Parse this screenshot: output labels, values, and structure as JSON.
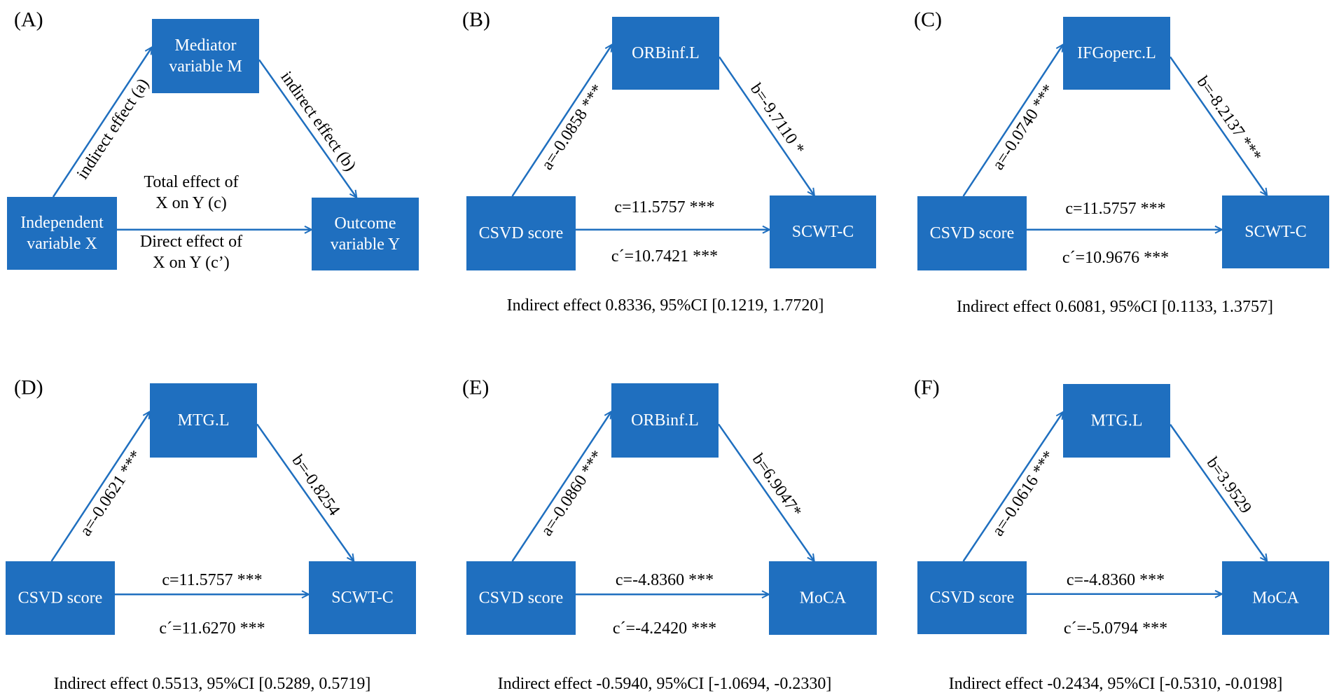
{
  "colors": {
    "box_fill": "#1f6fbf",
    "box_text": "#ffffff",
    "arrow": "#1f6fbf",
    "text": "#000000"
  },
  "panels": [
    {
      "id": "A",
      "label": "(A)",
      "mediator": [
        "Mediator",
        "variable M"
      ],
      "x_node": [
        "Independent",
        "variable X"
      ],
      "y_node": [
        "Outcome",
        "variable Y"
      ],
      "path_a": "indirect effect (a)",
      "path_b": "indirect effect (b)",
      "path_c": [
        "Total effect of",
        "X on Y (c)"
      ],
      "path_c_prime": [
        "Direct effect of",
        "X on Y (c’)"
      ],
      "summary": ""
    },
    {
      "id": "B",
      "label": "(B)",
      "mediator": [
        "ORBinf.L"
      ],
      "x_node": [
        "CSVD score"
      ],
      "y_node": [
        "SCWT-C"
      ],
      "path_a": "a=-0.0858 ***",
      "path_b": "b=-9.7110 *",
      "path_c": [
        "c=11.5757 ***"
      ],
      "path_c_prime": [
        "c´=10.7421 ***"
      ],
      "summary": "Indirect effect 0.8336, 95%CI [0.1219, 1.7720]"
    },
    {
      "id": "C",
      "label": "(C)",
      "mediator": [
        "IFGoperc.L"
      ],
      "x_node": [
        "CSVD score"
      ],
      "y_node": [
        "SCWT-C"
      ],
      "path_a": "a=-0.0740 ***",
      "path_b": "b=-8.2137 ***",
      "path_c": [
        "c=11.5757 ***"
      ],
      "path_c_prime": [
        "c´=10.9676 ***"
      ],
      "summary": "Indirect effect 0.6081, 95%CI [0.1133, 1.3757]"
    },
    {
      "id": "D",
      "label": "(D)",
      "mediator": [
        "MTG.L"
      ],
      "x_node": [
        "CSVD score"
      ],
      "y_node": [
        "SCWT-C"
      ],
      "path_a": "a=-0.0621 ***",
      "path_b": "b=-0.8254",
      "path_c": [
        "c=11.5757 ***"
      ],
      "path_c_prime": [
        "c´=11.6270 ***"
      ],
      "summary": "Indirect effect 0.5513, 95%CI [0.5289, 0.5719]"
    },
    {
      "id": "E",
      "label": "(E)",
      "mediator": [
        "ORBinf.L"
      ],
      "x_node": [
        "CSVD score"
      ],
      "y_node": [
        "MoCA"
      ],
      "path_a": "a=-0.0860 ***",
      "path_b": "b=6.9047*",
      "path_c": [
        "c=-4.8360 ***"
      ],
      "path_c_prime": [
        "c´=-4.2420 ***"
      ],
      "summary": "Indirect effect -0.5940, 95%CI [-1.0694,  -0.2330]"
    },
    {
      "id": "F",
      "label": "(F)",
      "mediator": [
        "MTG.L"
      ],
      "x_node": [
        "CSVD score"
      ],
      "y_node": [
        "MoCA"
      ],
      "path_a": "a=-0.0616 ***",
      "path_b": "b=3.9529",
      "path_c": [
        "c=-4.8360 ***"
      ],
      "path_c_prime": [
        "c´=-5.0794 ***"
      ],
      "summary": "Indirect effect -0.2434, 95%CI [-0.5310, -0.0198]"
    }
  ]
}
